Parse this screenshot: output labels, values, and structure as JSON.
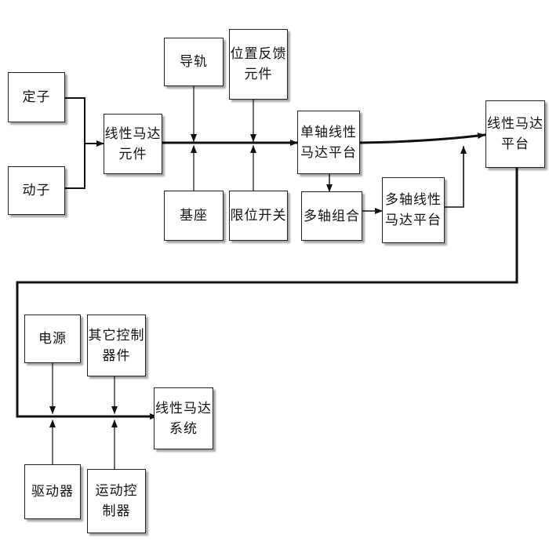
{
  "diagram": {
    "nodes": {
      "stator": "定子",
      "mover": "动子",
      "motor_element": "线性马达\n元件",
      "guide_rail": "导轨",
      "position_feedback": "位置反馈\n元件",
      "base": "基座",
      "limit_switch": "限位开关",
      "single_axis": "单轴线性\n马达平台",
      "multi_axis_combo": "多轴组合",
      "multi_axis": "多轴线性\n马达平台",
      "platform": "线性马达\n平台",
      "power": "电源",
      "other_control": "其它控制\n器件",
      "system": "线性马达\n系统",
      "driver": "驱动器",
      "motion_controller": "运动控\n制器"
    }
  }
}
